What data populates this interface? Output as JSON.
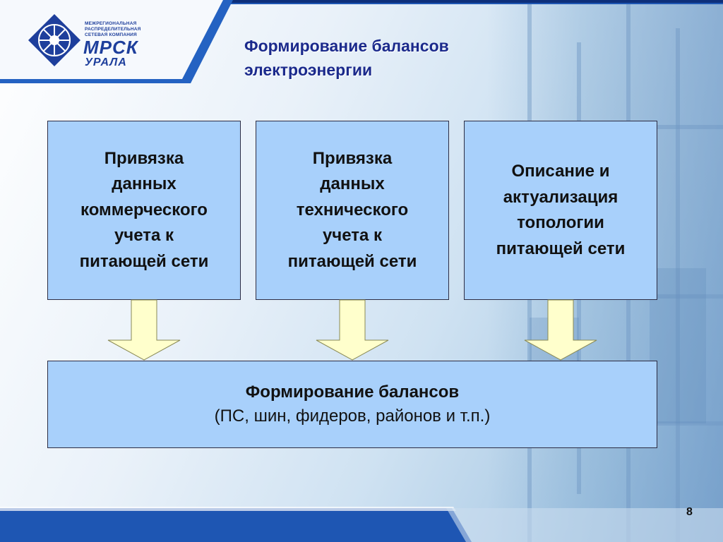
{
  "header": {
    "logo_small": [
      "МЕЖРЕГИОНАЛЬНАЯ",
      "РАСПРЕДЕЛИТЕЛЬНАЯ",
      "СЕТЕВАЯ КОМПАНИЯ"
    ],
    "logo_main": "МРСК",
    "logo_region": "УРАЛА",
    "title": "Формирование балансов\nэлектроэнергии"
  },
  "boxes": [
    {
      "text": "Привязка\nданных\nкоммерческого\nучета к\nпитающей сети"
    },
    {
      "text": "Привязка\nданных\nтехнического\nучета к\nпитающей сети"
    },
    {
      "text": "Описание и\nактуализация\nтопологии\nпитающей сети"
    }
  ],
  "result": {
    "title": "Формирование балансов",
    "subtitle": "(ПС, шин, фидеров, районов и т.п.)"
  },
  "footer": {
    "page_number": "8"
  },
  "colors": {
    "box_fill": "#a8d0fb",
    "arrow_fill": "#ffffcc",
    "header_blue": "#1e3f9c",
    "title_color": "#1b2a8c"
  }
}
